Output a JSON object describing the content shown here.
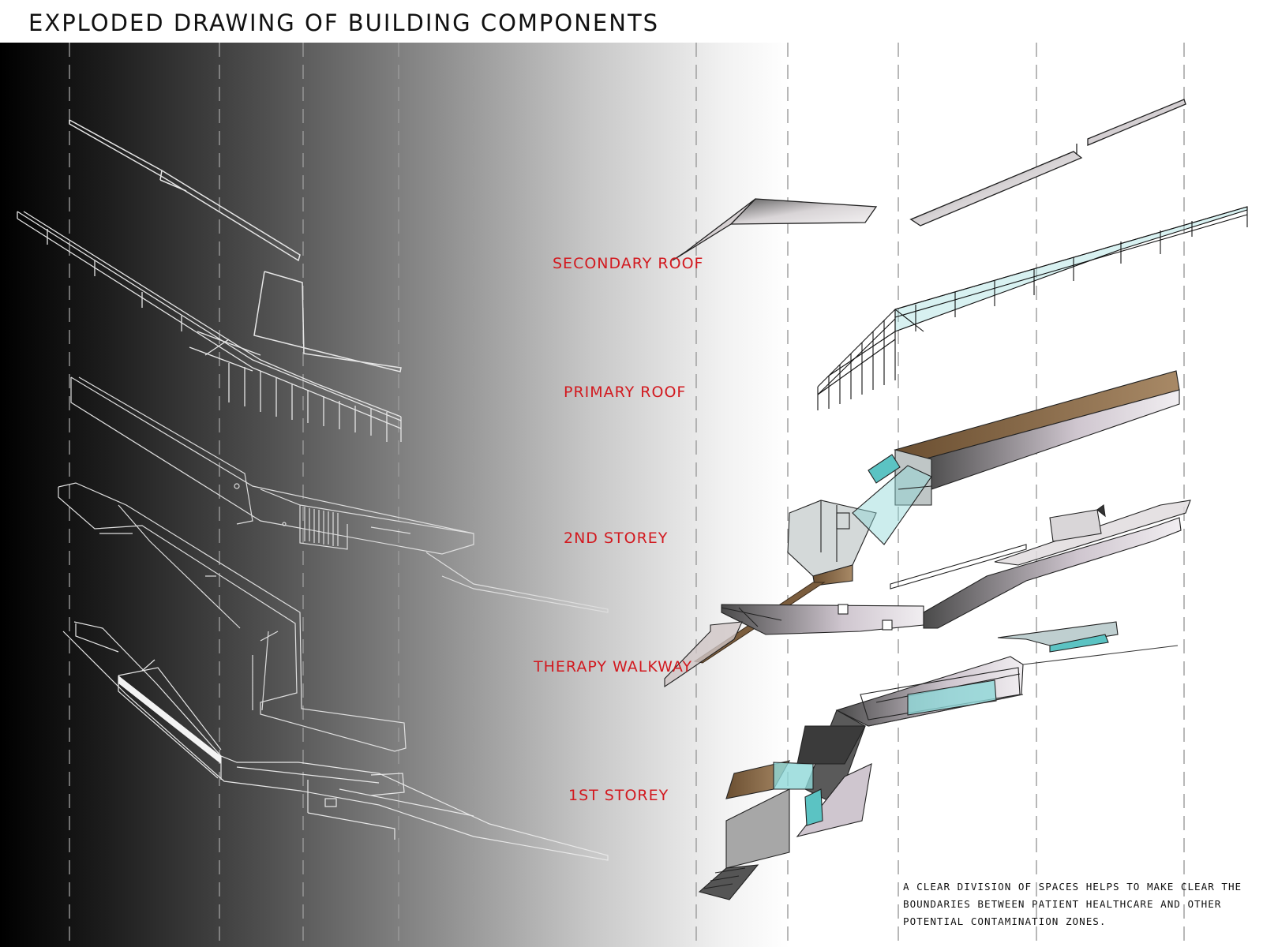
{
  "title": "EXPLODED DRAWING OF BUILDING COMPONENTS",
  "layers": [
    {
      "id": "secondary-roof",
      "label": "SECONDARY ROOF"
    },
    {
      "id": "primary-roof",
      "label": "PRIMARY ROOF"
    },
    {
      "id": "second-storey",
      "label": "2ND STOREY"
    },
    {
      "id": "therapy-walkway",
      "label": "THERAPY WALKWAY"
    },
    {
      "id": "first-storey",
      "label": "1ST STOREY"
    }
  ],
  "note": "A CLEAR DIVISION OF SPACES HELPS TO MAKE CLEAR THE BOUNDARIES BETWEEN PATIENT HEALTHCARE AND OTHER POTENTIAL CONTAMINATION ZONES.",
  "colors": {
    "label": "#d2191f",
    "glass": "#8fd8d8",
    "timber": "#8a6a44"
  }
}
